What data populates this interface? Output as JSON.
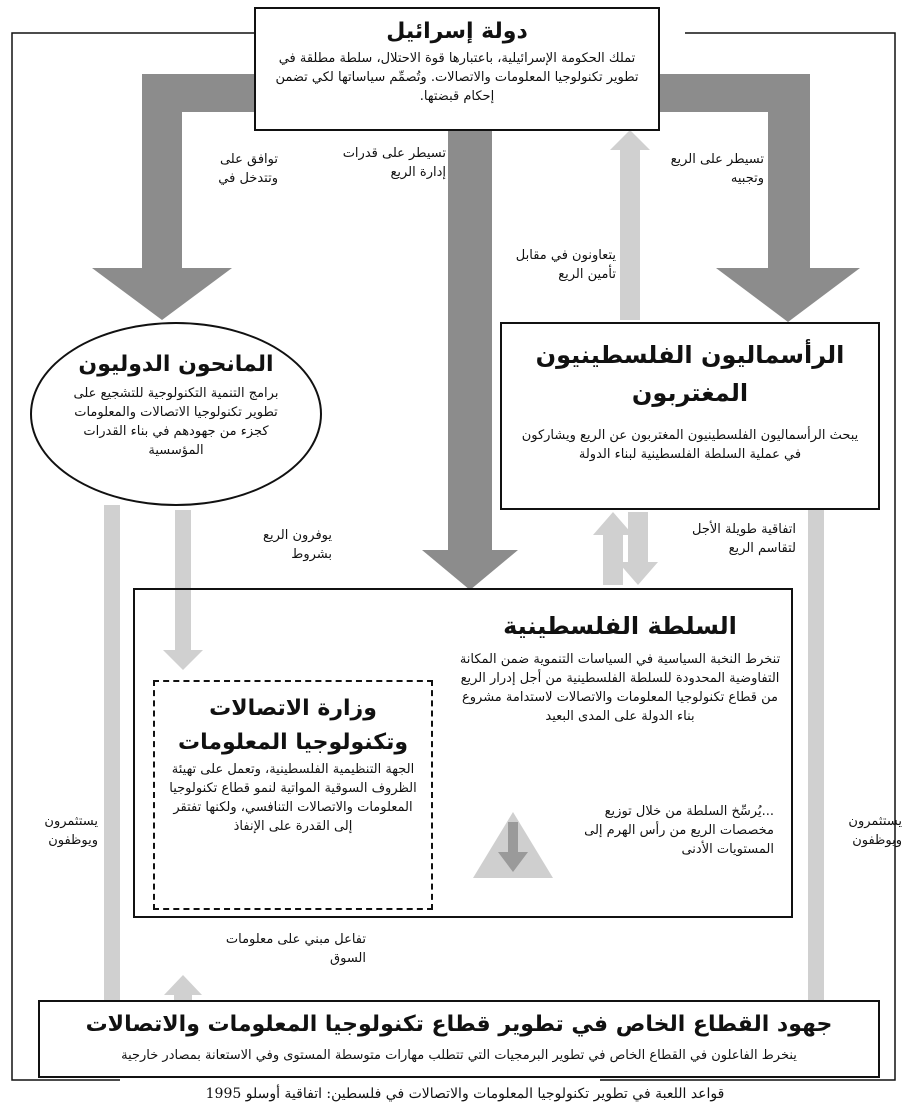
{
  "israel": {
    "title": "دولة إسرائيل",
    "body": "تملك الحكومة الإسرائيلية، باعتبارها قوة الاحتلال، سلطة مطلقة في تطوير تكنولوجيا المعلومات والاتصالات. وتُصمِّم سياساتها لكي تضمن إحكام قبضتها."
  },
  "donors": {
    "title": "المانحون الدوليون",
    "body": "برامج التنمية التكنولوجية للتشجيع على تطوير تكنولوجيا الاتصالات والمعلومات كجزء من جهودهم في بناء القدرات المؤسسية"
  },
  "capitalists": {
    "title": "الرأسماليون الفلسطينيون المغتربون",
    "body": "يبحث الرأسماليون الفلسطينيون المغتربون عن الريع ويشاركون في عملية السلطة الفلسطينية لبناء الدولة"
  },
  "authority": {
    "title": "السلطة الفلسطينية",
    "body": "تنخرط النخبة السياسية في السياسات التنموية ضمن المكانة التفاوضية المحدودة للسلطة الفلسطينية من أجل إدرار الريع من قطاع تكنولوجيا المعلومات والاتصالات لاستدامة مشروع بناء الدولة على المدى البعيد",
    "note": "...يُرسِّخ السلطة من خلال توزيع مخصصات الريع من رأس الهرم إلى المستويات الأدنى"
  },
  "ministry": {
    "title": "وزارة الاتصالات وتكنولوجيا المعلومات",
    "body": "الجهة التنظيمية الفلسطينية، وتعمل على تهيئة الظروف السوقية المواتية لنمو قطاع تكنولوجيا المعلومات والاتصالات التنافسي، ولكنها تفتقر إلى القدرة على الإنفاذ"
  },
  "private": {
    "title": "جهود القطاع الخاص في تطوير قطاع تكنولوجيا المعلومات والاتصالات",
    "body": "ينخرط الفاعلون في القطاع الخاص في تطوير البرمجيات التي تتطلب مهارات متوسطة المستوى وفي الاستعانة بمصادر خارجية"
  },
  "labels": {
    "agree_interfere": "توافق على\nوتتدخل في",
    "control_capacities": "تسيطر على قدرات\nإدارة الريع",
    "control_rent": "تسيطر على الريع\nوتجبيه",
    "cooperate": "يتعاونون في مقابل\nتأمين الريع",
    "provide_rent": "يوفرون الريع\nبشروط",
    "long_term": "اتفاقية طويلة الأجل\nلتقاسم الريع",
    "invest_left": "يستثمرون\nويوظفون",
    "invest_right": "يستثمرون\nويوظفون",
    "market_info": "تفاعل مبني على معلومات\nالسوق"
  },
  "caption": "قواعد اللعبة في تطوير تكنولوجيا المعلومات والاتصالات في فلسطين: اتفاقية أوسلو 1995",
  "colors": {
    "dark_arrow": "#8c8c8c",
    "light_arrow": "#d0d0d0",
    "pyramid": "#cfcfcf",
    "stroke": "#111111"
  }
}
